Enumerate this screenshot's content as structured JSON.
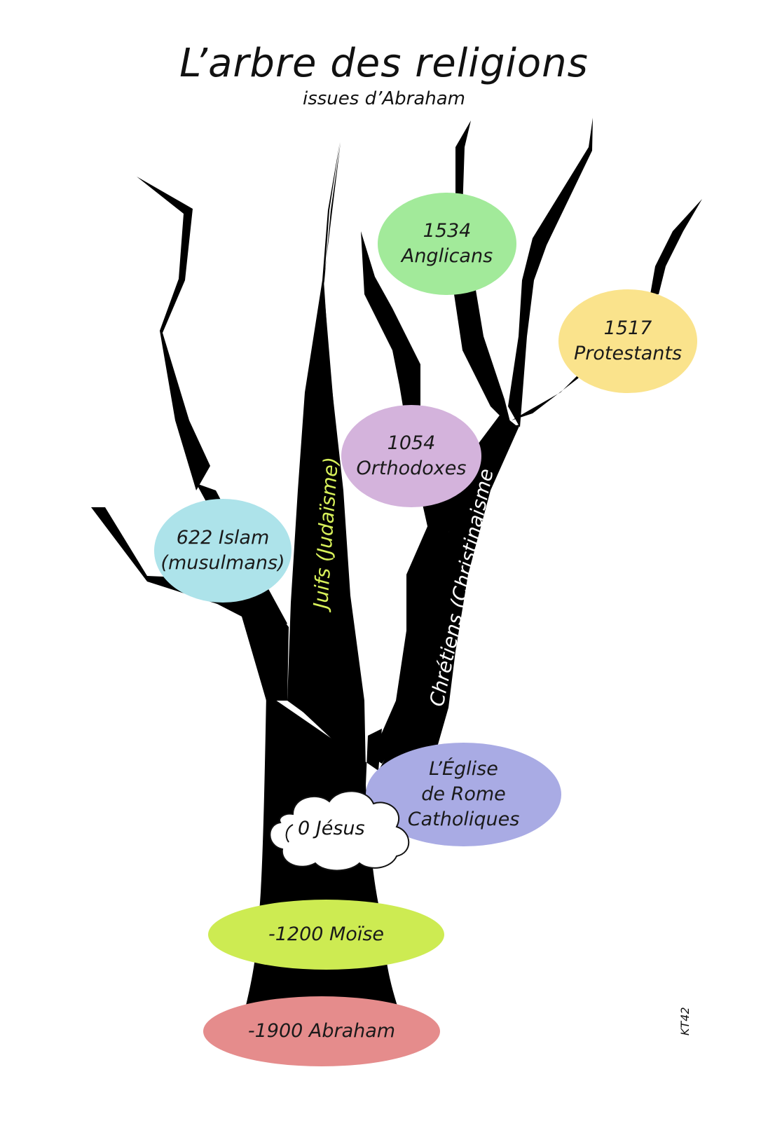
{
  "title": "L’arbre des religions",
  "subtitle": "issues d’Abraham",
  "colors": {
    "trunk": "#000000",
    "islam": "#ade3ea",
    "orthodoxes": "#d4b3dc",
    "anglicans": "#a2ea9a",
    "protestants": "#fae38c",
    "catholiques": "#a9abe4",
    "moise": "#cdeb52",
    "abraham": "#e58c8c",
    "juifs_label": "#d8f15a",
    "chretiens_label": "#ffffff"
  },
  "nodes": {
    "islam": {
      "line1": "622 Islam",
      "line2": "(musulmans)"
    },
    "orthodoxes": {
      "line1": "1054",
      "line2": "Orthodoxes"
    },
    "anglicans": {
      "line1": "1534",
      "line2": "Anglicans"
    },
    "protestants": {
      "line1": "1517",
      "line2": "Protestants"
    },
    "catholiques": {
      "line1": "L’Église",
      "line2": "de Rome",
      "line3": "Catholiques"
    },
    "jesus": {
      "label": "0 Jésus"
    },
    "moise": {
      "label": "-1200 Moïse"
    },
    "abraham": {
      "label": "-1900 Abraham"
    }
  },
  "branches": {
    "juifs": "Juifs (Judaïsme)",
    "chretiens": "Chrétiens (Christinaisme"
  },
  "signature": "KT42"
}
